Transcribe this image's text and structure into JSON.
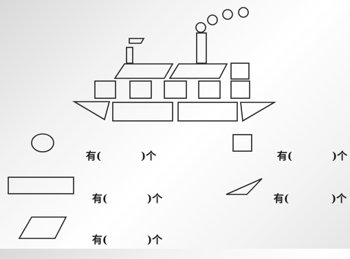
{
  "exercise": {
    "rows": [
      {
        "id": "circle",
        "shape_icon": "circle-icon",
        "prefix": "有(",
        "suffix": ")个"
      },
      {
        "id": "square",
        "shape_icon": "square-icon",
        "prefix": "有(",
        "suffix": ")个"
      },
      {
        "id": "rectangle",
        "shape_icon": "rectangle-icon",
        "prefix": "有(",
        "suffix": ")个"
      },
      {
        "id": "triangle",
        "shape_icon": "triangle-icon",
        "prefix": "有(",
        "suffix": ")个"
      },
      {
        "id": "parallelogram",
        "shape_icon": "parallelogram-icon",
        "prefix": "有(",
        "suffix": ")个"
      }
    ]
  },
  "colors": {
    "ink": "#1b1b1b",
    "paper": "#f4f4f4"
  }
}
